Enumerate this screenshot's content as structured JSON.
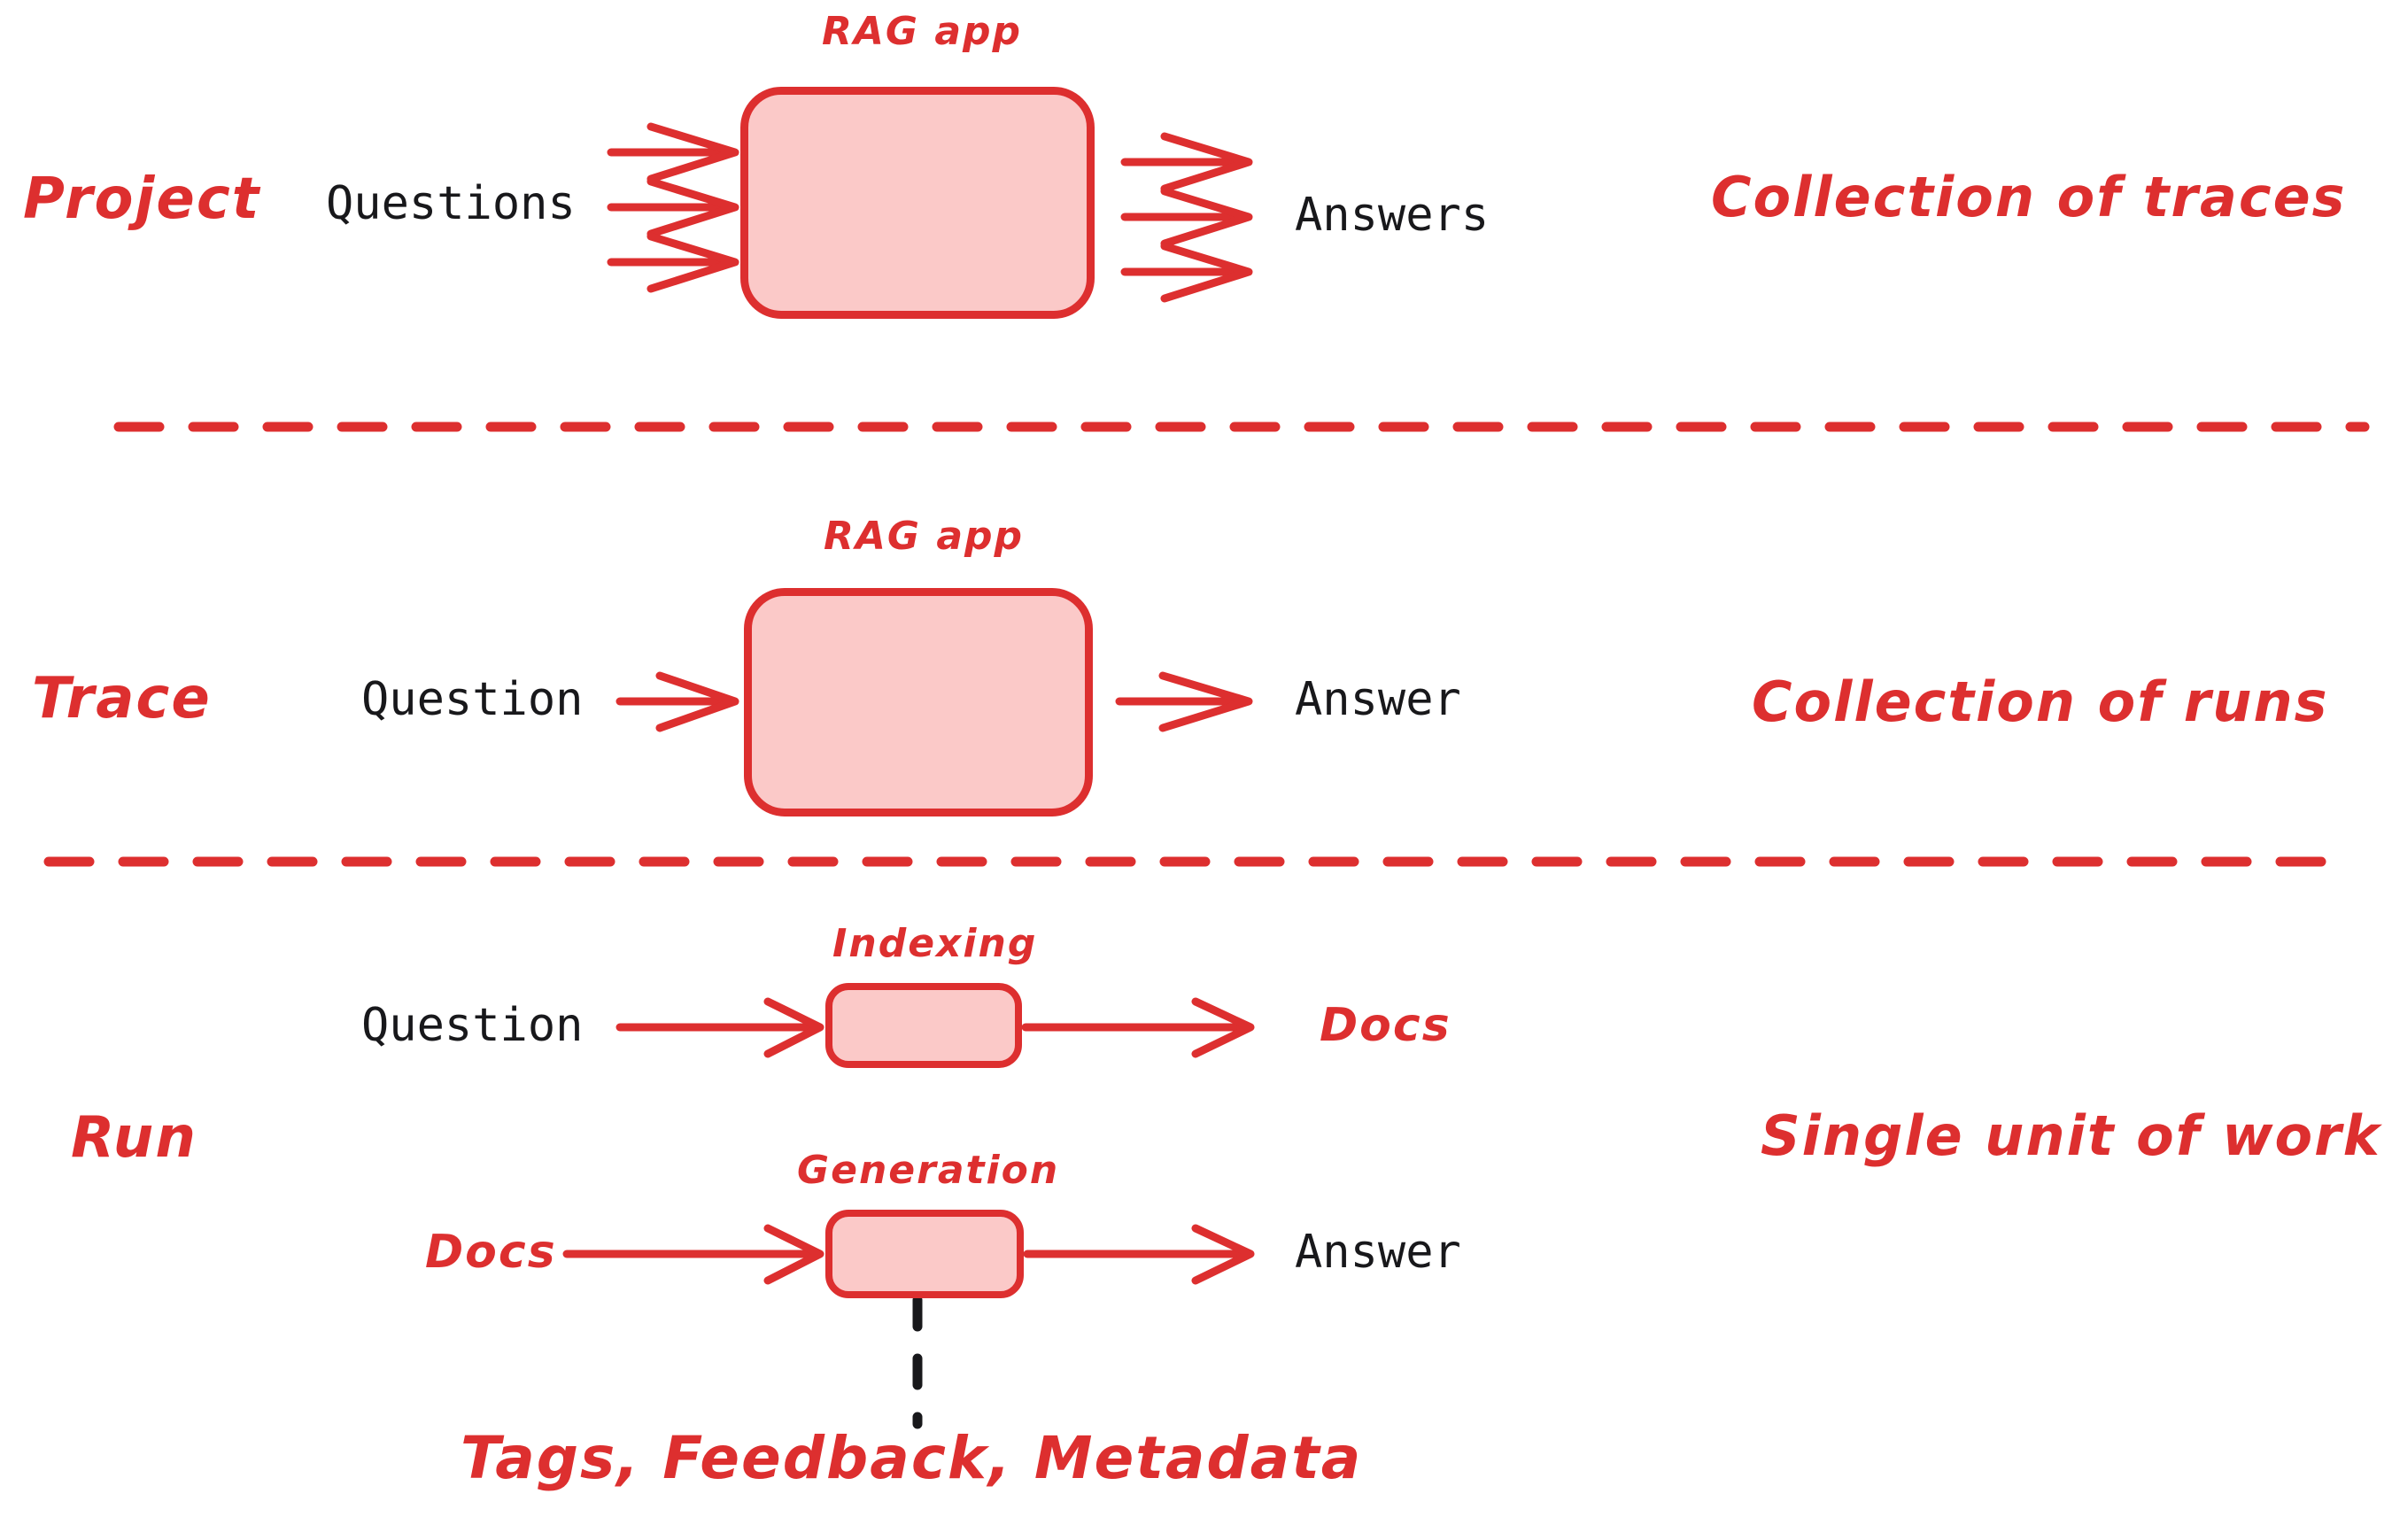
{
  "diagram": {
    "title_palette": {
      "red": "#DD2F2F",
      "pink_fill": "#FBC9C8",
      "black": "#18181B",
      "background": "#FFFFFF"
    },
    "sections": [
      {
        "key": "project",
        "row_label": "Project",
        "input_label": "Questions",
        "node_label": "RAG app",
        "output_label": "Answers",
        "side_label": "Collection of traces",
        "arrow_count_in": 3,
        "arrow_count_out": 3
      },
      {
        "key": "trace",
        "row_label": "Trace",
        "input_label": "Question",
        "node_label": "RAG app",
        "output_label": "Answer",
        "side_label": "Collection of runs",
        "arrow_count_in": 1,
        "arrow_count_out": 1
      },
      {
        "key": "run",
        "row_label": "Run",
        "side_label": "Single unit of work",
        "steps": [
          {
            "key": "indexing",
            "input_label": "Question",
            "node_label": "Indexing",
            "output_label": "Docs"
          },
          {
            "key": "generation",
            "input_label": "Docs",
            "node_label": "Generation",
            "output_label": "Answer"
          }
        ],
        "annotation_label": "Tags, Feedback, Metadata"
      }
    ],
    "dividers": [
      {
        "key": "project-trace-divider",
        "style": "dashed",
        "color": "#DD2F2F"
      },
      {
        "key": "trace-run-divider",
        "style": "dashed",
        "color": "#DD2F2F"
      }
    ]
  }
}
